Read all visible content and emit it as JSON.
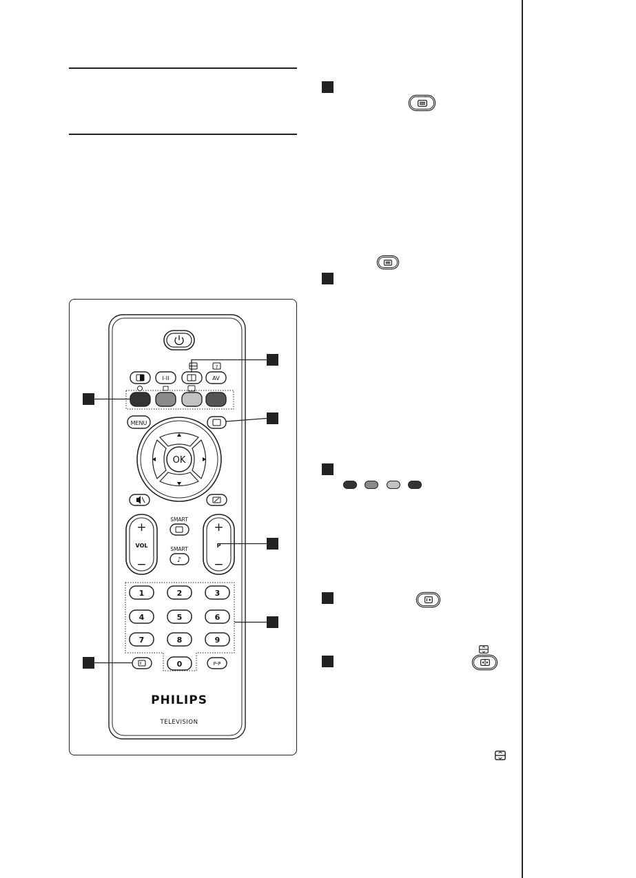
{
  "remote": {
    "av_label": "AV",
    "menu_label": "MENU",
    "ok_label": "OK",
    "smart_label_1": "SMART",
    "smart_label_2": "SMART",
    "vol_plus": "+",
    "vol_label": "VOL",
    "vol_minus": "−",
    "p_plus": "+",
    "p_label": "P",
    "p_minus": "−",
    "digits": [
      "1",
      "2",
      "3",
      "4",
      "5",
      "6",
      "7",
      "8",
      "9",
      "0"
    ],
    "pp_label": "P-P",
    "brand": "PHILIPS",
    "sub_brand": "TELEVISION",
    "i_ii_label": "I-II"
  },
  "colors": {
    "red_key": "#333333",
    "green_key": "#8a8a8a",
    "yellow_key": "#c2c2c2",
    "blue_key": "#555555",
    "ink": "#222222"
  },
  "icons": {
    "teletext": "teletext-icon",
    "info": "info-icon",
    "split": "split-screen-icon",
    "power": "power-icon",
    "mute": "mute-icon"
  }
}
